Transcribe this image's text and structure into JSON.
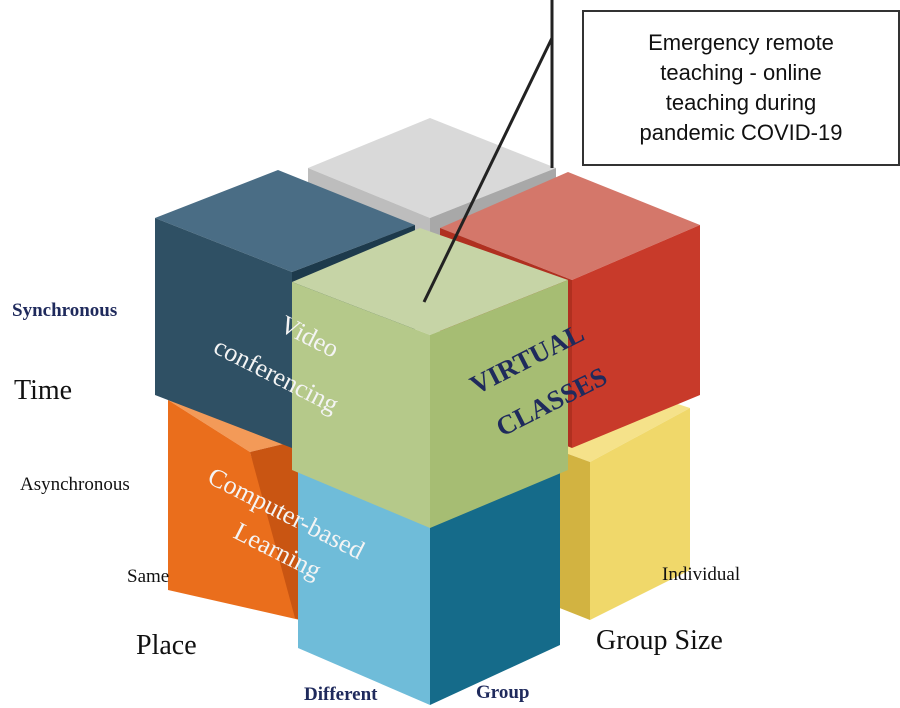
{
  "callout": {
    "text": "Emergency remote teaching  - online teaching during pandemic COVID-19"
  },
  "axis_labels": {
    "time": "Time",
    "synchronous": "Synchronous",
    "asynchronous": "Asynchronous",
    "place": "Place",
    "same": "Same",
    "different": "Different",
    "group_size": "Group Size",
    "group": "Group",
    "individual": "Individual"
  },
  "cube_labels": {
    "video_conferencing_1": "Video",
    "video_conferencing_2": "conferencing",
    "computer_based_1": "Computer-based",
    "computer_based_2": "Learning",
    "virtual_classes_1": "VIRTUAL",
    "virtual_classes_2": "CLASSES"
  },
  "colors": {
    "dark_slate": "#2f5064",
    "gray": "#cfcfcf",
    "red": "#c83a2a",
    "green": "#b5c98a",
    "orange": "#ea6e1c",
    "blue": "#6fbcd9",
    "yellow": "#efd760"
  }
}
